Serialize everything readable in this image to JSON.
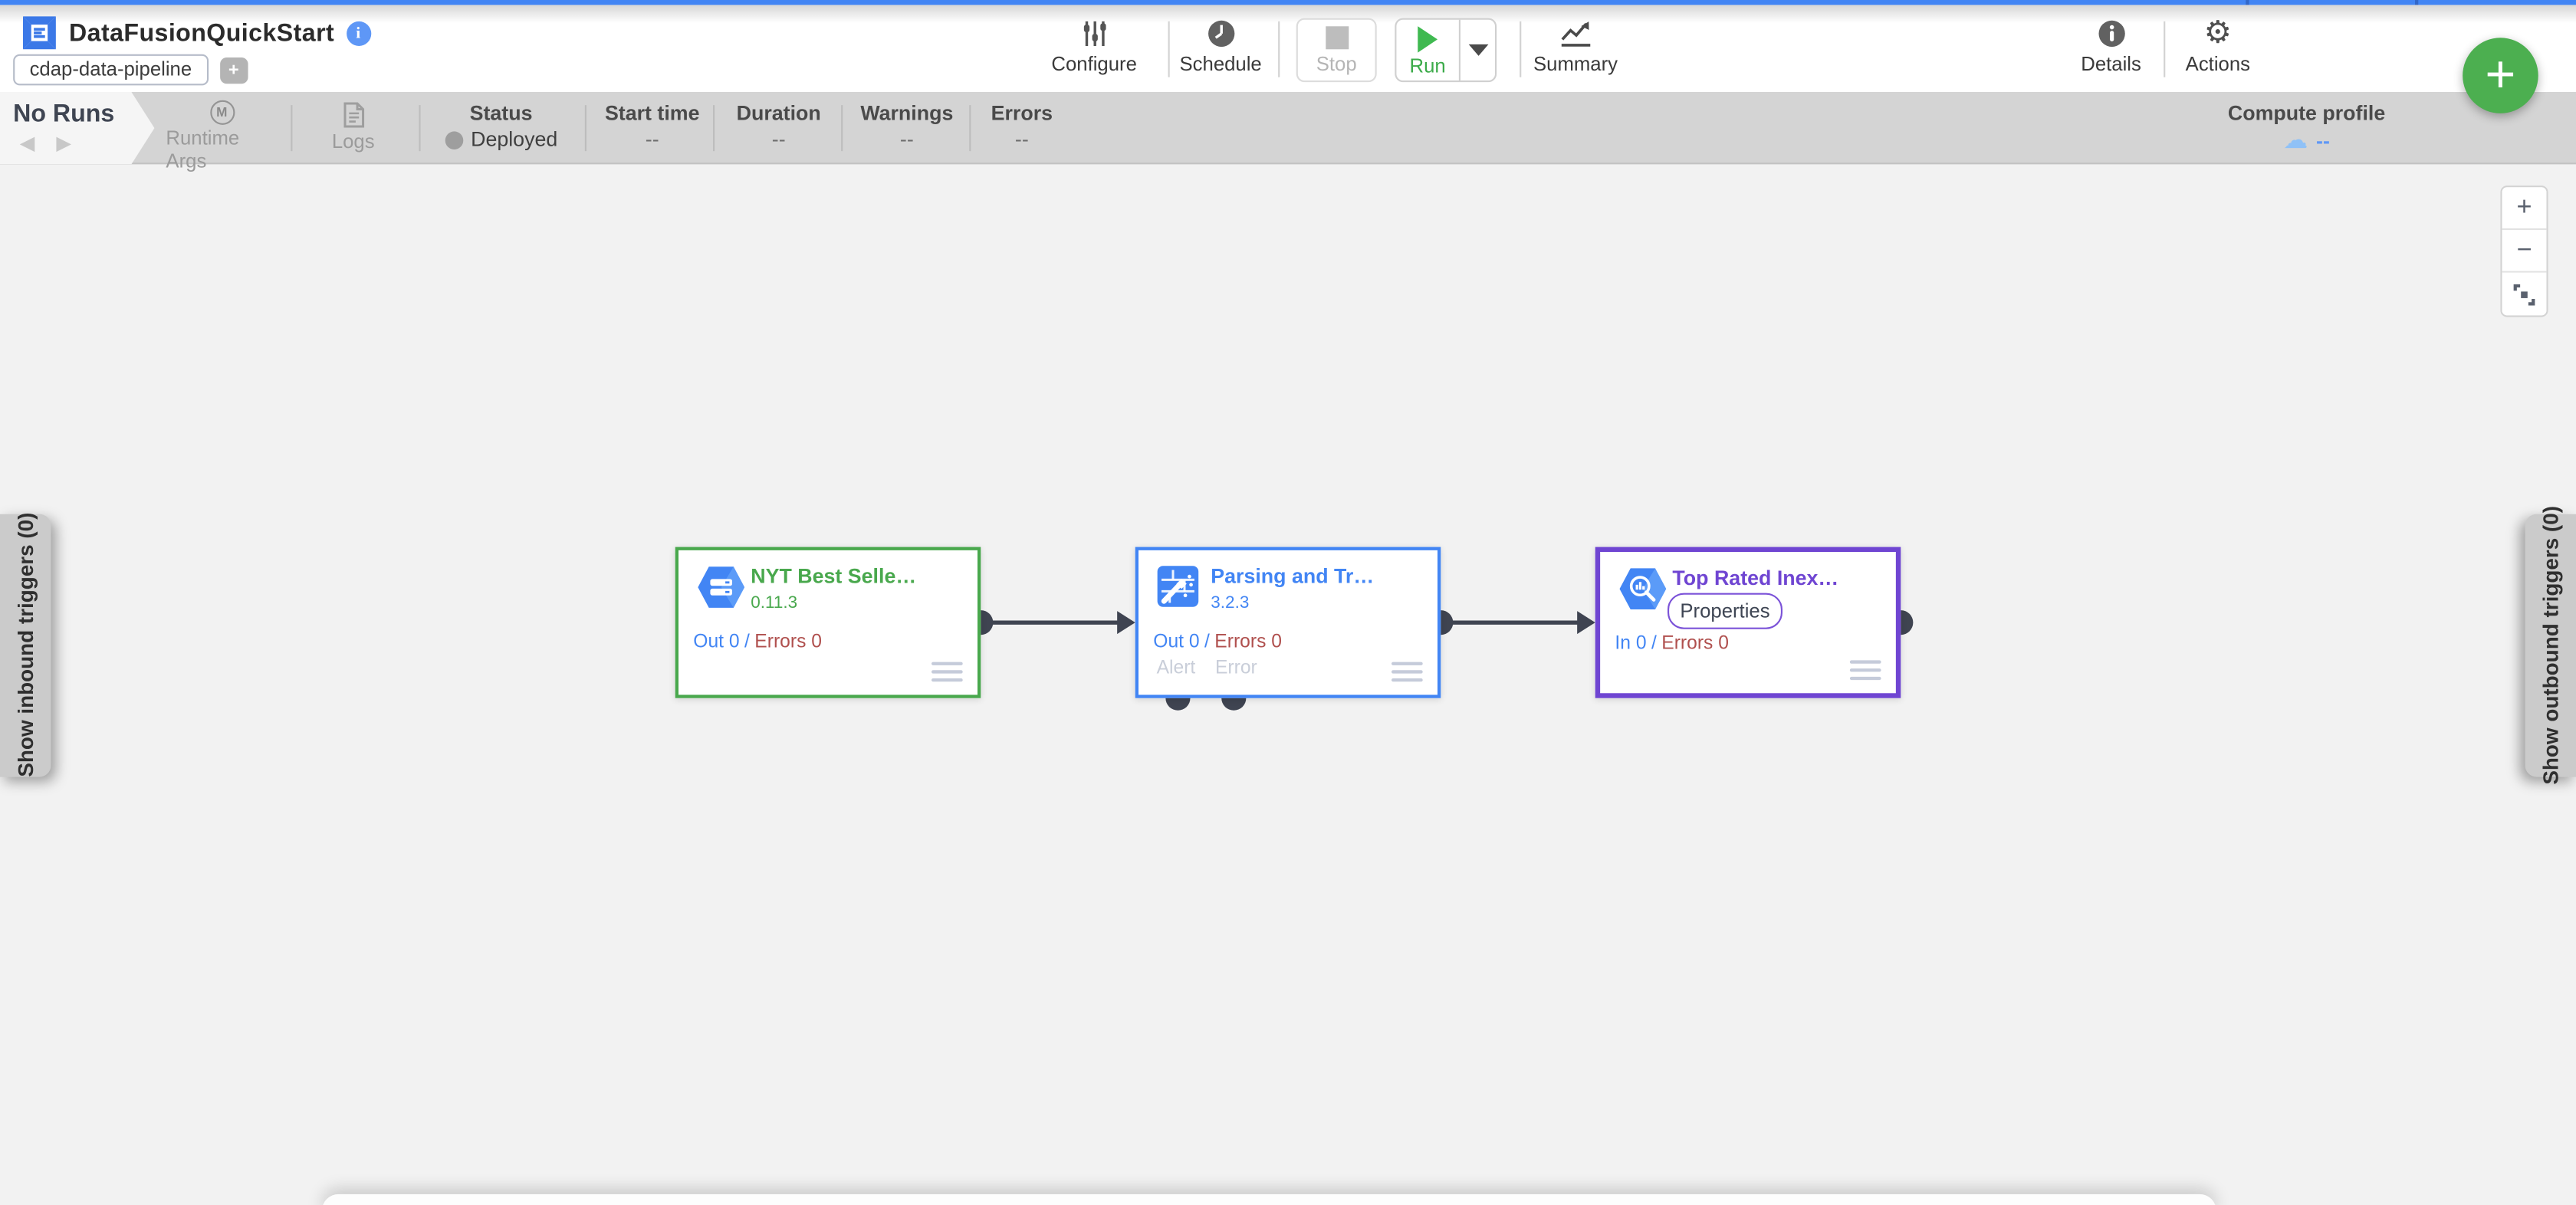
{
  "header": {
    "title": "DataFusionQuickStart",
    "info_glyph": "i",
    "tag": "cdap-data-pipeline",
    "add_tag_label": "+",
    "fab_plus": "+",
    "toolbar": {
      "configure": "Configure",
      "schedule": "Schedule",
      "stop": "Stop",
      "run": "Run",
      "summary": "Summary",
      "details": "Details",
      "actions": "Actions"
    }
  },
  "runs_bar": {
    "no_runs": "No Runs",
    "prev_arrow": "◀",
    "next_arrow": "▶",
    "runtime_args": "Runtime Args",
    "runtime_args_glyph": "M",
    "logs": "Logs",
    "stats": [
      {
        "label": "Status",
        "value": "Deployed"
      },
      {
        "label": "Start time",
        "value": "--"
      },
      {
        "label": "Duration",
        "value": "--"
      },
      {
        "label": "Warnings",
        "value": "--"
      },
      {
        "label": "Errors",
        "value": "--"
      }
    ],
    "compute_profile": {
      "label": "Compute profile",
      "value": "--",
      "icon": "cloud-icon",
      "cloud_glyph": "☁"
    }
  },
  "canvas": {
    "nodes": [
      {
        "name": "NYT Best Selle…",
        "version": "0.11.3",
        "metric_left": "Out 0",
        "metric_sep": "/",
        "metric_right": "Errors 0",
        "accent": "#49a84d",
        "icon": "gcs-hexagon-icon"
      },
      {
        "name": "Parsing and Tr…",
        "version": "3.2.3",
        "metric_left": "Out 0",
        "metric_sep": "/",
        "metric_right": "Errors 0",
        "accent": "#4285f4",
        "icon": "wrangler-icon",
        "port_labels": [
          "Alert",
          "Error"
        ]
      },
      {
        "name": "Top Rated Inex…",
        "button": "Properties",
        "metric_left": "In 0",
        "metric_sep": "/",
        "metric_right": "Errors 0",
        "accent": "#6f45d2",
        "icon": "bigquery-hexagon-icon"
      }
    ],
    "zoom_in": "+",
    "zoom_out": "−",
    "left_tab_label": "Show inbound triggers (0)",
    "right_tab_label": "Show outbound triggers (0)"
  },
  "colors": {
    "top_bar": "#4285f4",
    "fab": "#4caf50",
    "run_green": "#3cab4a",
    "metric_blue": "#4285f4",
    "metric_red": "#b0504e",
    "edge_dark": "#3f4451"
  }
}
